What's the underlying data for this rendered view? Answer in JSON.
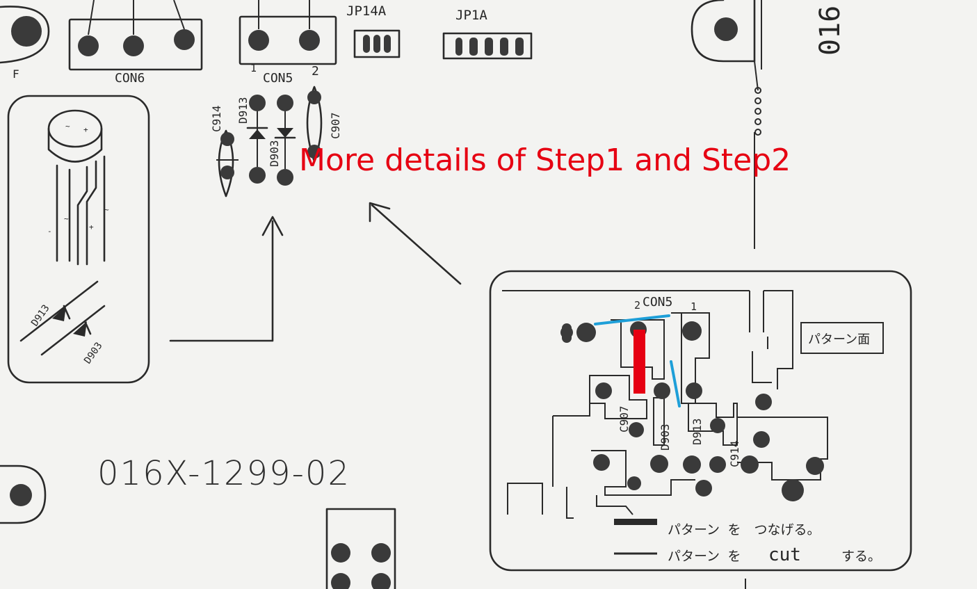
{
  "labels": {
    "f": "F",
    "con6": "CON6",
    "con5": "CON5",
    "con5_pin1": "1",
    "con5_pin2": "2",
    "jp14a": "JP14A",
    "jp1a": "JP1A",
    "c914": "C914",
    "d913": "D913",
    "d903": "D903",
    "c907": "C907",
    "board_code": "016X-1299-02",
    "corner_code": "016",
    "inset_con5": "CON5",
    "inset_pin1": "1",
    "inset_pin2": "2",
    "inset_c907": "C907",
    "inset_d903": "D903",
    "inset_d913": "D913",
    "inset_c914": "C914",
    "pattern_side": "パターン面",
    "legend_connect": "パターン を　つなげる。",
    "legend_cut_a": "パターン を",
    "legend_cut_b": "cut",
    "legend_cut_c": "する。",
    "bridge_d913": "D913",
    "bridge_d903": "D903",
    "pin_minus": "-",
    "pin_tilde": "~",
    "pin_plus": "+"
  },
  "annotation": {
    "text": "More details of Step1 and Step2",
    "color": "#e60012"
  },
  "colors": {
    "ink": "#2a2a2a",
    "paper": "#f3f3f1",
    "connect_mark": "#e60012",
    "cut_mark": "#1e9fd8"
  }
}
